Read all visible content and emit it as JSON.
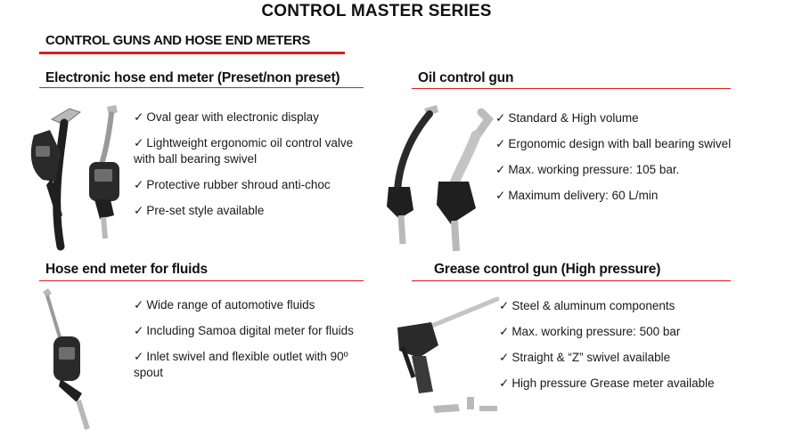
{
  "page": {
    "title": "CONTROL MASTER SERIES",
    "subtitle": "CONTROL GUNS AND HOSE END METERS"
  },
  "colors": {
    "accent": "#e01a1a",
    "product_dark": "#1f1f1f",
    "product_metal": "#b9b9b9"
  },
  "check_glyph": "✓",
  "sections": {
    "electronic_meter": {
      "title": "Electronic hose end meter (Preset/non preset)",
      "features": [
        "Oval gear  with electronic display",
        "Lightweight ergonomic oil control valve with ball bearing swivel",
        "Protective rubber shroud anti-choc",
        "Pre-set style available"
      ]
    },
    "oil_gun": {
      "title": "Oil control gun",
      "features": [
        "Standard & High volume",
        "Ergonomic design with ball bearing swivel",
        "Max. working pressure: 105 bar.",
        "Maximum  delivery:  60 L/min"
      ]
    },
    "fluid_meter": {
      "title": "Hose end meter for fluids",
      "features": [
        "Wide range of automotive fluids",
        "Including Samoa digital meter for fluids",
        "Inlet swivel  and flexible outlet  with 90º spout"
      ]
    },
    "grease_gun": {
      "title": "Grease control gun (High pressure)",
      "features": [
        "Steel & aluminum components",
        "Max. working pressure: 500 bar",
        "Straight & “Z” swivel available",
        "High pressure Grease meter available"
      ]
    }
  }
}
